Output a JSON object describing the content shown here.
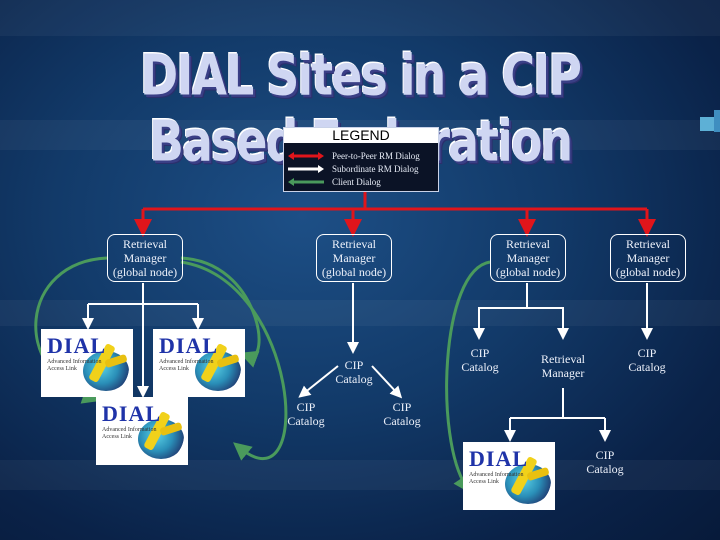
{
  "title": "DIAL Sites in a CIP Based Federation",
  "colors": {
    "peer": "#e0151b",
    "subordinate": "#ffffff",
    "client": "#4a9a5c"
  },
  "legend": {
    "heading": "LEGEND",
    "items": [
      {
        "label": "Peer-to-Peer RM Dialog",
        "color": "#e0151b"
      },
      {
        "label": "Subordinate RM Dialog",
        "color": "#ffffff"
      },
      {
        "label": "Client Dialog",
        "color": "#4a9a5c"
      }
    ]
  },
  "nodes": {
    "rm1": {
      "line1": "Retrieval",
      "line2": "Manager",
      "line3": "(global node)"
    },
    "rm2": {
      "line1": "Retrieval",
      "line2": "Manager",
      "line3": "(global node)"
    },
    "rm3": {
      "line1": "Retrieval",
      "line2": "Manager",
      "line3": "(global node)"
    },
    "rm4": {
      "line1": "Retrieval",
      "line2": "Manager",
      "line3": "(global node)"
    },
    "cip_mid": {
      "line1": "CIP",
      "line2": "Catalog"
    },
    "cip_left": {
      "line1": "CIP",
      "line2": "Catalog"
    },
    "cip_right": {
      "line1": "CIP",
      "line2": "Catalog"
    },
    "cip_rm3": {
      "line1": "CIP",
      "line2": "Catalog"
    },
    "rm_sub": {
      "line1": "Retrieval",
      "line2": "Manager"
    },
    "cip_rm4": {
      "line1": "CIP",
      "line2": "Catalog"
    },
    "cip_bottom": {
      "line1": "CIP",
      "line2": "Catalog"
    }
  },
  "logo": {
    "name": "DIAL",
    "subtitle_line1": "Advanced Information",
    "subtitle_line2": "Access Link"
  }
}
